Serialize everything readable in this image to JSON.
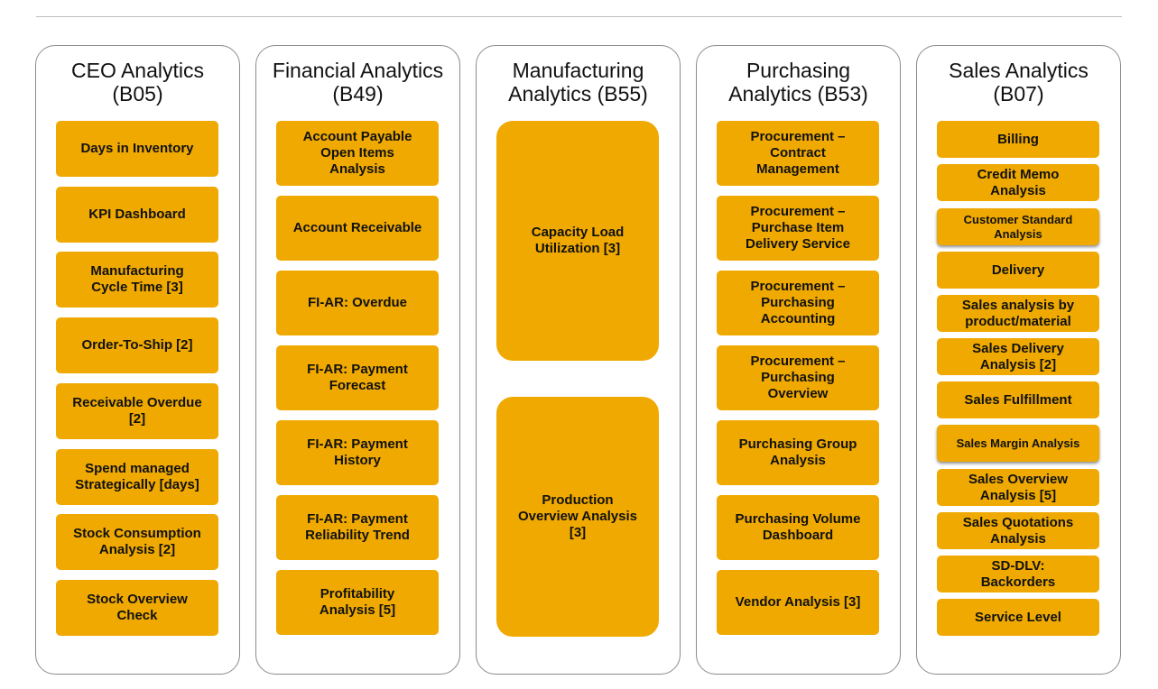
{
  "columns": [
    {
      "title": "CEO Analytics\n(B05)",
      "items": [
        "Days in Inventory",
        "KPI Dashboard",
        "Manufacturing\nCycle Time [3]",
        "Order-To-Ship [2]",
        "Receivable Overdue\n[2]",
        "Spend managed\nStrategically [days]",
        "Stock Consumption\nAnalysis  [2]",
        "Stock Overview\nCheck"
      ]
    },
    {
      "title": "Financial Analytics\n(B49)",
      "items": [
        "Account Payable\nOpen Items\nAnalysis",
        "Account Receivable",
        "FI-AR: Overdue",
        "FI-AR: Payment\nForecast",
        "FI-AR: Payment\nHistory",
        "FI-AR: Payment\nReliability Trend",
        "Profitability\nAnalysis [5]"
      ]
    },
    {
      "title": "Manufacturing\nAnalytics (B55)",
      "items": [
        "Capacity Load\nUtilization [3]",
        "Production\nOverview Analysis\n[3]"
      ]
    },
    {
      "title": "Purchasing\nAnalytics (B53)",
      "items": [
        "Procurement –\nContract\nManagement",
        "Procurement –\nPurchase Item\nDelivery Service",
        "Procurement –\nPurchasing\nAccounting",
        "Procurement –\nPurchasing\nOverview",
        "Purchasing Group\nAnalysis",
        "Purchasing Volume\nDashboard",
        "Vendor Analysis [3]"
      ]
    },
    {
      "title": "Sales Analytics\n(B07)",
      "items": [
        "Billing",
        "Credit Memo\nAnalysis",
        "Customer Standard\nAnalysis",
        "Delivery",
        "Sales analysis by\nproduct/material",
        "Sales Delivery\nAnalysis [2]",
        "Sales Fulfillment",
        "Sales Margin Analysis",
        "Sales Overview\nAnalysis [5]",
        "Sales Quotations\nAnalysis",
        "SD-DLV:\nBackorders",
        "Service Level"
      ]
    }
  ]
}
